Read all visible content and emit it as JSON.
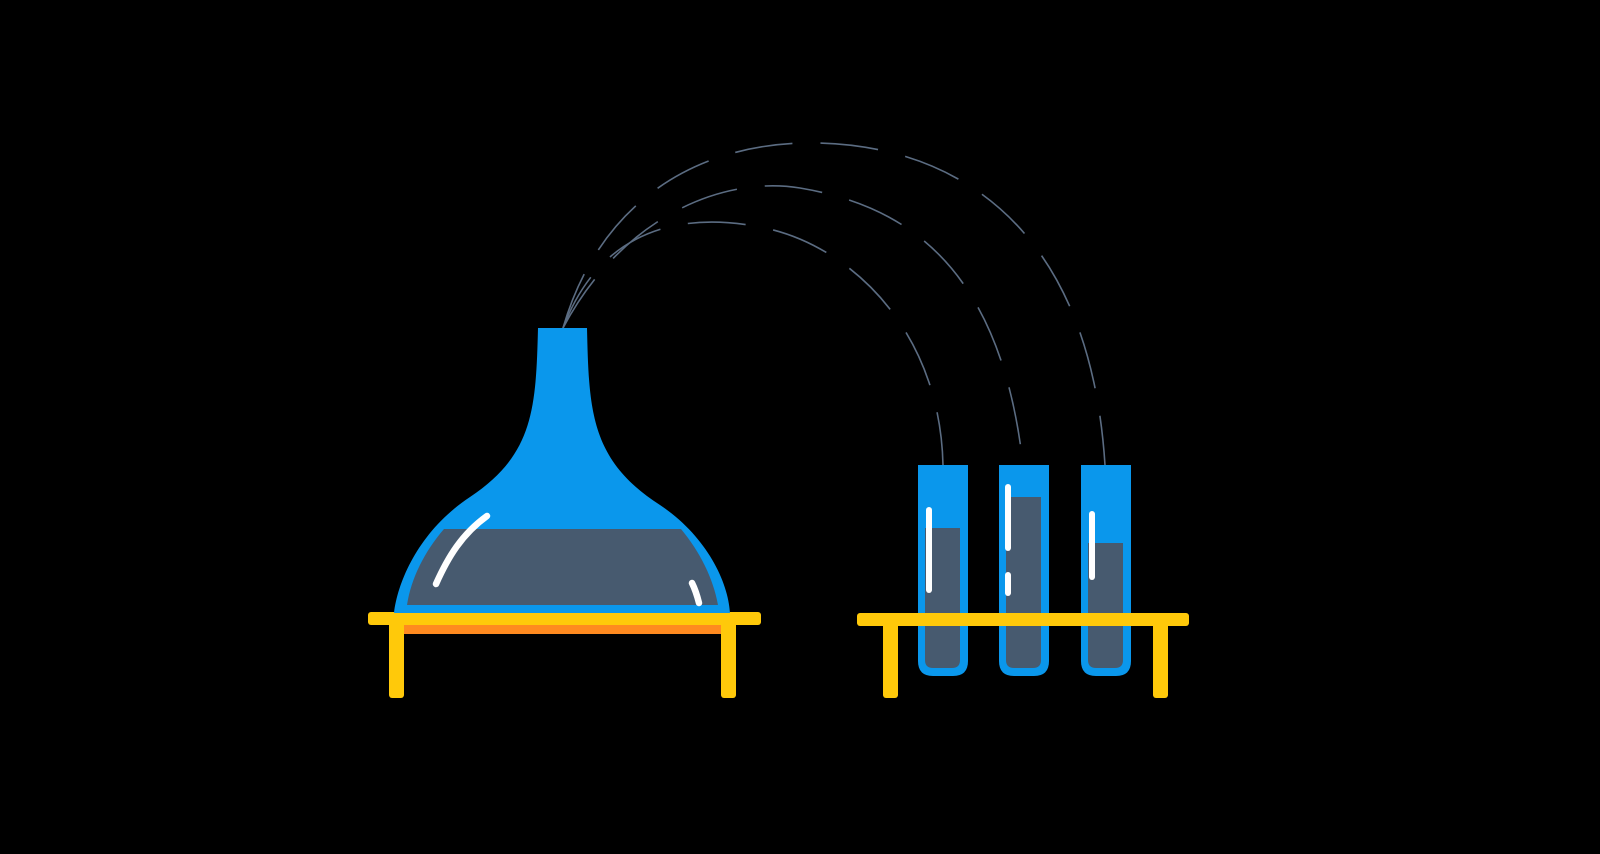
{
  "illustration": {
    "subject": "lab-flask-distributing-to-test-tubes",
    "colors": {
      "background": "#000000",
      "glass": "#0A97EC",
      "liquid": "#475A6F",
      "highlight": "#FFFFFF",
      "table": "#FFC90A",
      "table_shadow": "#FF8A1F",
      "tubing": "#5B6C82"
    },
    "flask": {
      "fill_level": 0.4
    },
    "test_tubes": [
      {
        "fill_level": 0.7
      },
      {
        "fill_level": 0.85
      },
      {
        "fill_level": 0.63
      }
    ]
  }
}
